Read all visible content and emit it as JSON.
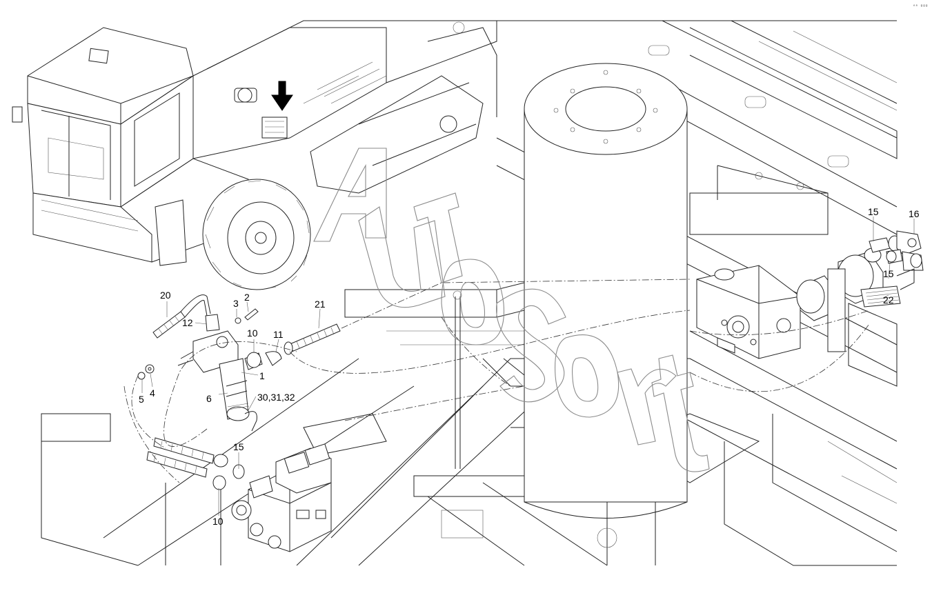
{
  "diagram": {
    "corner_mark": "⁶⁸ ººº",
    "watermark": "AutoSoft",
    "callouts": {
      "c1": "1",
      "c2": "2",
      "c3": "3",
      "c4": "4",
      "c5": "5",
      "c6": "6",
      "c10a": "10",
      "c10b": "10",
      "c11": "11",
      "c12": "12",
      "c15a": "15",
      "c15b": "15",
      "c15c": "15",
      "c16": "16",
      "c20": "20",
      "c21": "21",
      "c22": "22",
      "c30": "30,31,32"
    }
  }
}
